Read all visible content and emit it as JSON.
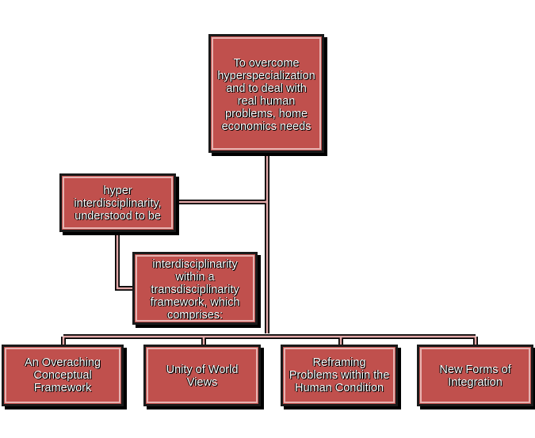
{
  "diagram": {
    "root": "To overcome hyperspecialization and to deal with real human problems, home economics needs",
    "middle": "hyper interdisciplinarity, understood to be",
    "inner": "interdisciplinarity within a transdisciplinarity framework, which comprises:",
    "leaves": [
      "An Overaching Conceptual Framework",
      "Unity of World Views",
      "Reframing Problems within the Human Condition",
      "New Forms of Integration"
    ]
  },
  "colors": {
    "box_fill": "#c0504d",
    "box_border": "#1a1a1a",
    "inner_outline": "#e6b3b1",
    "connector": "#c08080"
  }
}
